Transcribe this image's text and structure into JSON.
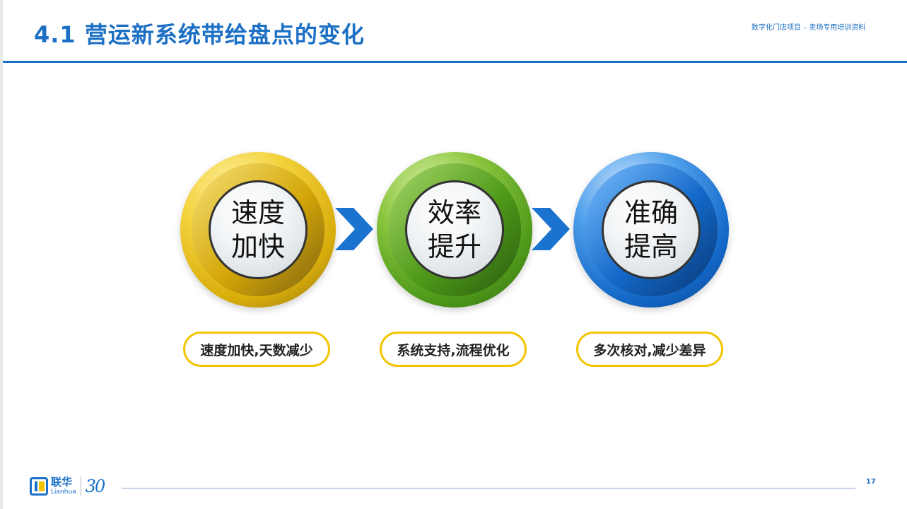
{
  "header": {
    "title": "4.1 营运新系统带给盘点的变化",
    "subtitle": "数字化门店项目 – 卖场专用培训资料"
  },
  "circles": [
    {
      "line1": "速度",
      "line2": "加快",
      "caption": "速度加快,天数减少"
    },
    {
      "line1": "效率",
      "line2": "提升",
      "caption": "系统支持,流程优化"
    },
    {
      "line1": "准确",
      "line2": "提高",
      "caption": "多次核对,减少差异"
    }
  ],
  "footer": {
    "logo_cn": "联华",
    "logo_en": "Lianhua",
    "logo_30": "30",
    "page_number": "17"
  },
  "colors": {
    "accent": "#1b6fc4",
    "gold": "#f2c500",
    "green": "#4f9a1a",
    "blue": "#1368c8"
  }
}
